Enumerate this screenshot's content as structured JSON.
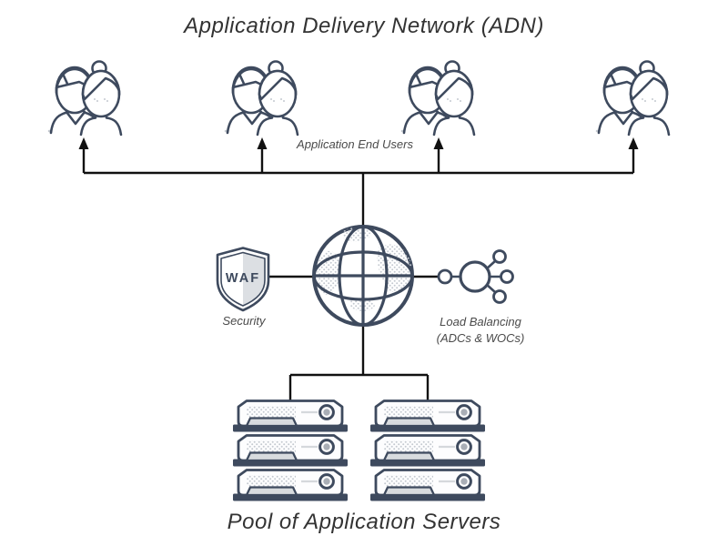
{
  "diagram": {
    "title": "Application Delivery Network (ADN)",
    "end_users_label": "Application End Users",
    "security": {
      "shield_text": "WAF",
      "label": "Security"
    },
    "load_balancing": {
      "label_line1": "Load Balancing",
      "label_line2": "(ADCs & WOCs)"
    },
    "footer_title": "Pool of Application Servers",
    "user_group_count": 4,
    "server_pools": {
      "stack_count": 2,
      "servers_per_stack": 3
    },
    "icons": {
      "users": "users-pair-icon",
      "hub": "globe-icon",
      "security": "waf-shield-icon",
      "load_balancer": "load-balancer-icon",
      "servers": "server-stack-icon"
    },
    "colors": {
      "icon_stroke": "#3e4a5e",
      "light_fill": "#d8dbde",
      "dot_fill": "#c4c9d0",
      "connector": "#111111",
      "title_text": "#333333",
      "label_text": "#4a4a4a",
      "background": "#ffffff"
    }
  }
}
